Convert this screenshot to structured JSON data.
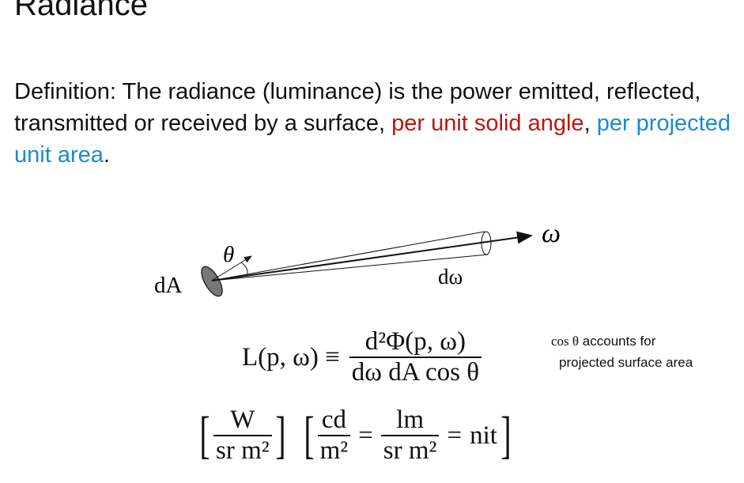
{
  "title": "Radiance",
  "definition": {
    "prefix": "Definition: The radiance (luminance) is the power emitted, reflected, transmitted or received by a surface, ",
    "red_part": "per unit solid angle",
    "sep": ", ",
    "blue_part": "per projected unit area",
    "suffix": ".",
    "colors": {
      "red": "#c0140f",
      "blue": "#1a8ad0"
    }
  },
  "diagram": {
    "area_label": "dA",
    "angle_label": "θ",
    "solid_angle_label": "dω",
    "direction_label": "ω"
  },
  "equation": {
    "lhs": "L(p, ω) ≡",
    "numerator": "d²Φ(p, ω)",
    "denominator": "dω dA cos θ",
    "note_math": "cos θ",
    "note_line1": "accounts for",
    "note_line2": "projected surface area"
  },
  "units": {
    "w_num": "W",
    "w_den": "sr m²",
    "cd_num": "cd",
    "cd_den": "m²",
    "lm_num": "lm",
    "lm_den": "sr m²",
    "eq": "=",
    "nit": "nit"
  }
}
